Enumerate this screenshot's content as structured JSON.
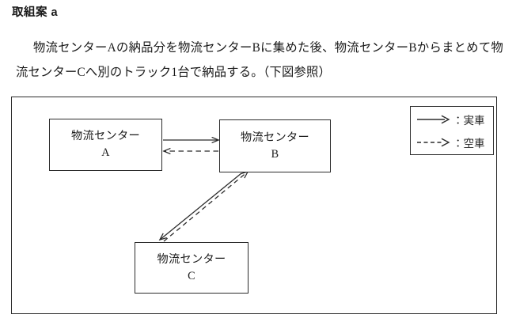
{
  "document": {
    "heading": "取組案 a",
    "body_text": "物流センターAの納品分を物流センターBに集めた後、物流センターBからまとめて物流センターCへ別のトラック1台で納品する。（下図参照）"
  },
  "diagram": {
    "nodes": [
      {
        "id": "A",
        "label_line1": "物流センター",
        "label_line2": "A"
      },
      {
        "id": "B",
        "label_line1": "物流センター",
        "label_line2": "B"
      },
      {
        "id": "C",
        "label_line1": "物流センター",
        "label_line2": "C"
      }
    ],
    "edges": [
      {
        "from": "A",
        "to": "B",
        "style": "solid",
        "meaning": "実車"
      },
      {
        "from": "B",
        "to": "A",
        "style": "dashed",
        "meaning": "空車"
      },
      {
        "from": "B",
        "to": "C",
        "style": "solid",
        "meaning": "実車"
      },
      {
        "from": "C",
        "to": "B",
        "style": "dashed",
        "meaning": "空車"
      }
    ],
    "legend": {
      "rows": [
        {
          "glyph": "solid-arrow-icon",
          "separator": "：",
          "label": "：実車"
        },
        {
          "glyph": "dashed-arrow-icon",
          "separator": "：",
          "label": "：空車"
        }
      ]
    },
    "colors": {
      "stroke": "#2b2b2b",
      "text": "#1a1a1a",
      "background": "#ffffff"
    }
  }
}
